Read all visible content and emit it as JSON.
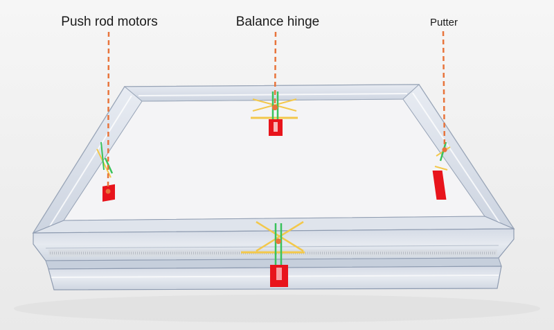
{
  "labels": {
    "push_rod_motors": "Push rod motors",
    "balance_hinge": "Balance hinge",
    "putter": "Putter"
  },
  "colors": {
    "background": "#f2f2f2",
    "frame_glass": "#dfe5ee",
    "frame_edge": "#8a97ab",
    "leader_line": "#e8743b",
    "motor_red": "#e8141c",
    "hinge_yellow": "#f3c84b",
    "hinge_green": "#39c25a"
  },
  "icons": {
    "mechanism": "motor-and-hinge-icon"
  }
}
